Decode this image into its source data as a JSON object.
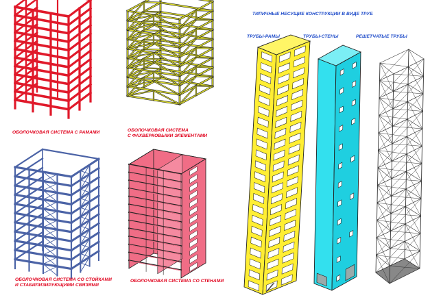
{
  "colors": {
    "red_frame": "#e0192a",
    "yellow_frame": "#d9d92e",
    "blue_frame": "#4b63a6",
    "pink_walls": "#f06d86",
    "yellow_tube": "#ffee33",
    "cyan_tube": "#33e0ee",
    "outline": "#222222",
    "caption_red": "#e0001b",
    "caption_blue": "#1a48c8"
  },
  "captions": {
    "frames": "ОБОЛОЧКОВАЯ СИСТЕМА С РАМАМИ",
    "truss_line1": "ОБОЛОЧКОВАЯ СИСТЕМА",
    "truss_line2": "С ФАХВЕРКОВЫМИ ЭЛЕМЕНТАМИ",
    "braced_line1": "ОБОЛОЧКОВАЯ СИСТЕМА СО СТОЙКАМИ",
    "braced_line2": "И СТАБИЛИЗИРУЮЩИМИ СВЯЗЯМИ",
    "walls": "ОБОЛОЧКОВАЯ СИСТЕМА СО СТЕНАМИ"
  },
  "tubes_section": {
    "title": "ТИПИЧНЫЕ НЕСУЩИЕ КОНСТРУКЦИИ В ВИДЕ ТРУБ",
    "tube_frames": "ТРУБЫ-РАМЫ",
    "tube_walls": "ТРУБЫ-СТЕНЫ",
    "lattice_tubes": "РЕШЕТЧАТЫЕ ТРУБЫ"
  }
}
